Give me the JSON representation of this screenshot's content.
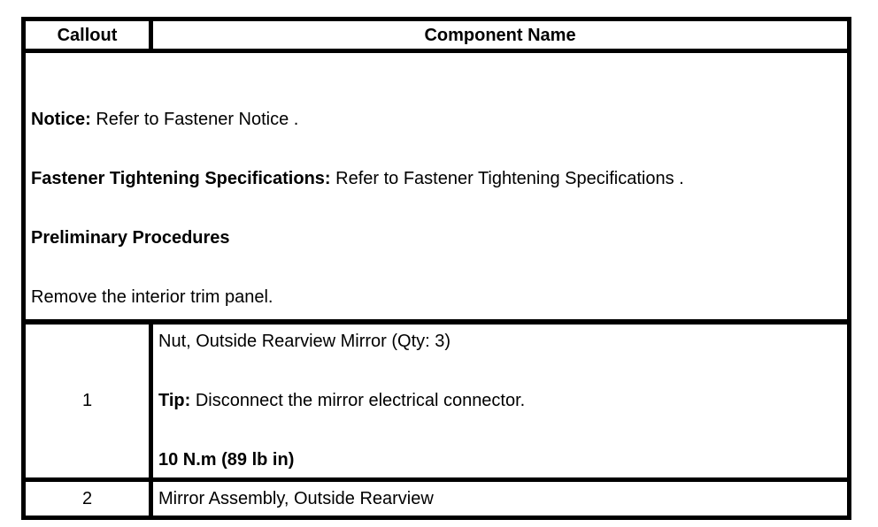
{
  "page": {
    "background_color": "#ffffff",
    "border_color": "#000000",
    "text_color": "#000000"
  },
  "table": {
    "headers": [
      "Callout",
      "Component Name"
    ],
    "notice": [
      {
        "bold": "Notice:",
        "text": " Refer to Fastener Notice ."
      },
      {
        "bold": "Fastener Tightening Specifications:",
        "text": " Refer to Fastener Tightening Specifications ."
      },
      {
        "bold": "Preliminary Procedures",
        "text": ""
      },
      {
        "bold": "",
        "text": "Remove the interior trim panel."
      }
    ],
    "rows": [
      {
        "callout": "1",
        "lines": [
          {
            "bold": "",
            "text": "Nut, Outside Rearview Mirror (Qty: 3)"
          },
          {
            "bold": "Tip:",
            "text": " Disconnect the mirror electrical connector."
          },
          {
            "bold": "10 N.m (89 lb in)",
            "text": ""
          }
        ]
      },
      {
        "callout": "2",
        "lines": [
          {
            "bold": "",
            "text": "Mirror Assembly, Outside Rearview"
          }
        ]
      }
    ]
  }
}
